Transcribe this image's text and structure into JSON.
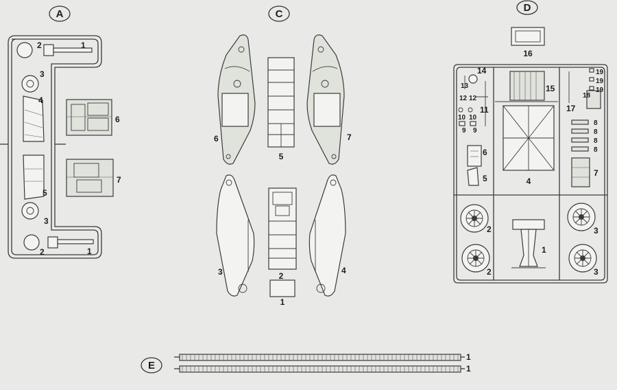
{
  "sprues": {
    "A": {
      "letter": "A",
      "labels": {
        "p1a": "1",
        "p2a": "2",
        "p3a": "3",
        "p4": "4",
        "p6": "6",
        "p7": "7",
        "p5": "5",
        "p3b": "3",
        "p2b": "2",
        "p1b": "1"
      }
    },
    "C": {
      "letter": "C",
      "labels": {
        "p6": "6",
        "p5": "5",
        "p7": "7",
        "p3": "3",
        "p2": "2",
        "p4": "4",
        "p1": "1"
      }
    },
    "D": {
      "letter": "D",
      "labels": {
        "p16": "16",
        "p14": "14",
        "p13": "13",
        "p12a": "12",
        "p12b": "12",
        "p10a": "10",
        "p10b": "10",
        "p9a": "9",
        "p9b": "9",
        "p11": "11",
        "p15": "15",
        "p17": "17",
        "p18": "18",
        "p19a": "19",
        "p19b": "19",
        "p19c": "19",
        "p8a": "8",
        "p8b": "8",
        "p8c": "8",
        "p8d": "8",
        "p6": "6",
        "p5": "5",
        "p4": "4",
        "p7": "7",
        "p2a": "2",
        "p2b": "2",
        "p1": "1",
        "p3a": "3",
        "p3b": "3"
      }
    },
    "E": {
      "letter": "E",
      "labels": {
        "t1": "1",
        "t2": "1"
      }
    }
  },
  "colors": {
    "background": "#e9e9e7",
    "line": "#3a3a3a",
    "part_fill": "#f3f3f1"
  }
}
